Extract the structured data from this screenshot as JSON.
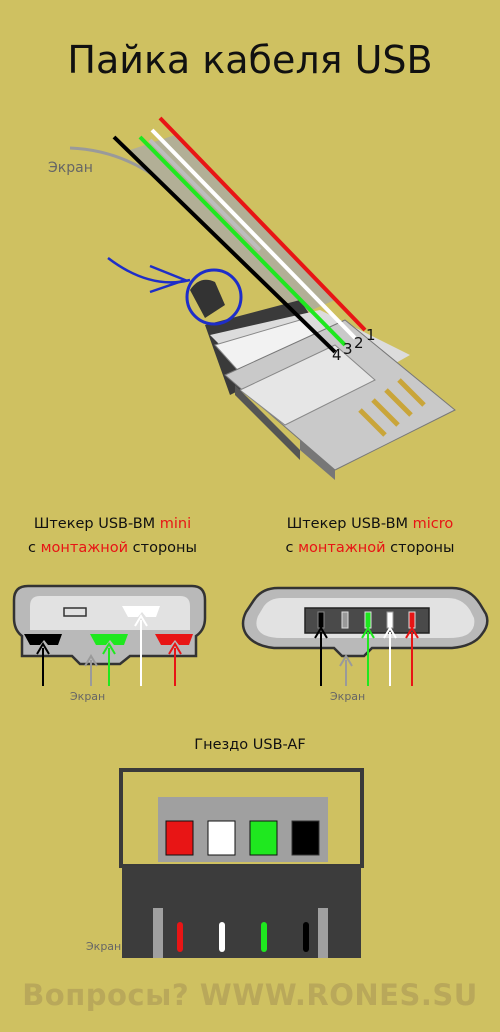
{
  "title": "Пайка кабеля USB",
  "screen_label": "Экран",
  "pins": [
    "1",
    "2",
    "3",
    "4"
  ],
  "mini": {
    "line1": "Штекер USB-BM ",
    "type": "mini",
    "pre": "с ",
    "mount": "монтажной",
    "post": " стороны"
  },
  "micro": {
    "line1": "Штекер USB-BM ",
    "type": "micro",
    "pre": "с ",
    "mount": "монтажной",
    "post": " стороны"
  },
  "af": {
    "title": "Гнездо USB-AF"
  },
  "footer": "Вопросы? WWW.RONES.SU",
  "colors": {
    "background": "#cfc161",
    "red": "#e81515",
    "green": "#1fe81f",
    "white": "#ffffff",
    "black": "#000000",
    "gray": "#9a9a9a"
  }
}
